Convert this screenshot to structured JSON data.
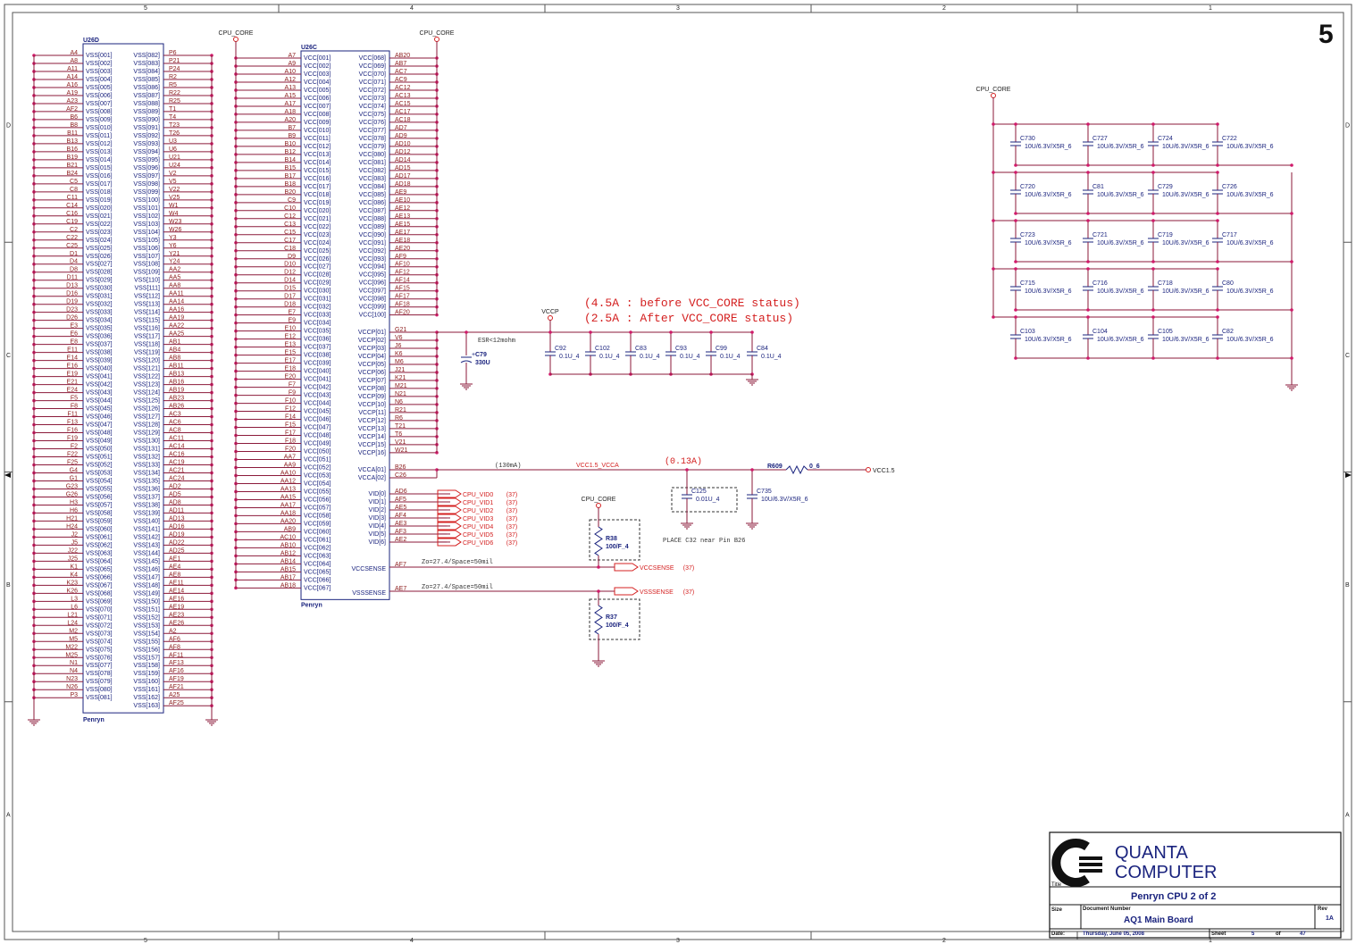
{
  "page_number": "5",
  "border": {
    "columns": [
      "5",
      "4",
      "3",
      "2",
      "1"
    ],
    "rows": [
      "D",
      "C",
      "B",
      "A"
    ]
  },
  "u26d": {
    "ref": "U26D",
    "part": "Penryn",
    "left_pins": [
      "A4",
      "A8",
      "A11",
      "A14",
      "A16",
      "A19",
      "A23",
      "AF2",
      "B6",
      "B8",
      "B11",
      "B13",
      "B16",
      "B19",
      "B21",
      "B24",
      "C5",
      "C8",
      "C11",
      "C14",
      "C16",
      "C19",
      "C2",
      "C22",
      "C25",
      "D1",
      "D4",
      "D8",
      "D11",
      "D13",
      "D16",
      "D19",
      "D23",
      "D26",
      "E3",
      "E6",
      "E8",
      "E11",
      "E14",
      "E16",
      "E19",
      "E21",
      "E24",
      "F5",
      "F8",
      "F11",
      "F13",
      "F16",
      "F19",
      "F2",
      "F22",
      "F25",
      "G4",
      "G1",
      "G23",
      "G26",
      "H3",
      "H6",
      "H21",
      "H24",
      "J2",
      "J5",
      "J22",
      "J25",
      "K1",
      "K4",
      "K23",
      "K26",
      "L3",
      "L6",
      "L21",
      "L24",
      "M2",
      "M5",
      "M22",
      "M25",
      "N1",
      "N4",
      "N23",
      "N26",
      "P3"
    ],
    "left_sigs_start": 1,
    "right_pins": [
      "P6",
      "P21",
      "P24",
      "R2",
      "R5",
      "R22",
      "R25",
      "T1",
      "T4",
      "T23",
      "T26",
      "U3",
      "U6",
      "U21",
      "U24",
      "V2",
      "V5",
      "V22",
      "V25",
      "W1",
      "W4",
      "W23",
      "W26",
      "Y3",
      "Y6",
      "Y21",
      "Y24",
      "AA2",
      "AA5",
      "AA8",
      "AA11",
      "AA14",
      "AA16",
      "AA19",
      "AA22",
      "AA25",
      "AB1",
      "AB4",
      "AB8",
      "AB11",
      "AB13",
      "AB16",
      "AB19",
      "AB23",
      "AB26",
      "AC3",
      "AC6",
      "AC8",
      "AC11",
      "AC14",
      "AC16",
      "AC19",
      "AC21",
      "AC24",
      "AD2",
      "AD5",
      "AD8",
      "AD11",
      "AD13",
      "AD16",
      "AD19",
      "AD22",
      "AD25",
      "AE1",
      "AE4",
      "AE8",
      "AE11",
      "AE14",
      "AE16",
      "AE19",
      "AE23",
      "AE26",
      "A2",
      "AF6",
      "AF8",
      "AF11",
      "AF13",
      "AF16",
      "AF19",
      "AF21",
      "A25",
      "AF25"
    ],
    "right_sigs_start": 82
  },
  "u26c": {
    "ref": "U26C",
    "part": "Penryn",
    "left_pins": [
      "A7",
      "A9",
      "A10",
      "A12",
      "A13",
      "A15",
      "A17",
      "A18",
      "A20",
      "B7",
      "B9",
      "B10",
      "B12",
      "B14",
      "B15",
      "B17",
      "B18",
      "B20",
      "C9",
      "C10",
      "C12",
      "C13",
      "C15",
      "C17",
      "C18",
      "D9",
      "D10",
      "D12",
      "D14",
      "D15",
      "D17",
      "D18",
      "E7",
      "E9",
      "E10",
      "E12",
      "E13",
      "E15",
      "E17",
      "E18",
      "E20",
      "F7",
      "F9",
      "F10",
      "F12",
      "F14",
      "F15",
      "F17",
      "F18",
      "F20",
      "AA7",
      "AA9",
      "AA10",
      "AA12",
      "AA13",
      "AA15",
      "AA17",
      "AA18",
      "AA20",
      "AB9",
      "AC10",
      "AB10",
      "AB12",
      "AB14",
      "AB15",
      "AB17",
      "AB18"
    ],
    "vcc_right_pins": [
      "AB20",
      "AB7",
      "AC7",
      "AC9",
      "AC12",
      "AC13",
      "AC15",
      "AC17",
      "AC18",
      "AD7",
      "AD9",
      "AD10",
      "AD12",
      "AD14",
      "AD15",
      "AD17",
      "AD18",
      "AE9",
      "AE10",
      "AE12",
      "AE13",
      "AE15",
      "AE17",
      "AE18",
      "AE20",
      "AF9",
      "AF10",
      "AF12",
      "AF14",
      "AF15",
      "AF17",
      "AF18",
      "AF20"
    ],
    "vccp_pins": [
      "G21",
      "V6",
      "J6",
      "K6",
      "M6",
      "J21",
      "K21",
      "M21",
      "N21",
      "N6",
      "R21",
      "R6",
      "T21",
      "T6",
      "V21",
      "W21"
    ],
    "vcca_pins": [
      "B26",
      "C26"
    ],
    "vid_pins": [
      "AD6",
      "AF5",
      "AE5",
      "AF4",
      "AE3",
      "AF3",
      "AE2"
    ],
    "vid_sigs": [
      "VID[0]",
      "VID[1]",
      "VID[2]",
      "VID[3]",
      "VID[4]",
      "VID[5]",
      "VID[6]"
    ],
    "vid_nets": [
      "CPU_VID0",
      "CPU_VID1",
      "CPU_VID2",
      "CPU_VID3",
      "CPU_VID4",
      "CPU_VID5",
      "CPU_VID6"
    ],
    "vid_page": "(37)",
    "vccsense_pin": "AF7",
    "vccsense_sig": "VCCSENSE",
    "vsssense_pin": "AE7",
    "vsssense_sig": "VSSSENSE"
  },
  "power": {
    "cpu_core": "CPU_CORE",
    "vccp": "VCCP",
    "vcc15": "VCC1.5",
    "vcc15_vcca": "VCC1.5_VCCA"
  },
  "notes": {
    "before": "(4.5A : before VCC_CORE status)",
    "after": "(2.5A : After VCC_CORE status)",
    "esr": "ESR<12mohm",
    "current_130": "(130mA)",
    "current_013": "(0.13A)",
    "place": "PLACE C32 near Pin B26",
    "zo1": "Zo=27.4/Space=50mil",
    "zo2": "Zo=27.4/Space=50mil",
    "sense_page": "(37)"
  },
  "vccp_caps": [
    {
      "ref": "C79",
      "val": "330U"
    },
    {
      "ref": "C92",
      "val": "0.1U_4"
    },
    {
      "ref": "C102",
      "val": "0.1U_4"
    },
    {
      "ref": "C83",
      "val": "0.1U_4"
    },
    {
      "ref": "C93",
      "val": "0.1U_4"
    },
    {
      "ref": "C99",
      "val": "0.1U_4"
    },
    {
      "ref": "C84",
      "val": "0.1U_4"
    }
  ],
  "vcca_parts": {
    "r609": "R609",
    "r609_val": "0_6",
    "c125": "C125",
    "c125_val": "0.01U_4",
    "c735": "C735",
    "c735_val": "10U/6.3V/X5R_6"
  },
  "sense_res": [
    {
      "ref": "R38",
      "val": "100/F_4"
    },
    {
      "ref": "R37",
      "val": "100/F_4"
    }
  ],
  "core_caps": [
    [
      {
        "ref": "C730",
        "val": "10U/6.3V/X5R_6"
      },
      {
        "ref": "C727",
        "val": "10U/6.3V/X5R_6"
      },
      {
        "ref": "C724",
        "val": "10U/6.3V/X5R_6"
      },
      {
        "ref": "C722",
        "val": "10U/6.3V/X5R_6"
      }
    ],
    [
      {
        "ref": "C720",
        "val": "10U/6.3V/X5R_6"
      },
      {
        "ref": "C81",
        "val": "10U/6.3V/X5R_6"
      },
      {
        "ref": "C729",
        "val": "10U/6.3V/X5R_6"
      },
      {
        "ref": "C726",
        "val": "10U/6.3V/X5R_6"
      }
    ],
    [
      {
        "ref": "C723",
        "val": "10U/6.3V/X5R_6"
      },
      {
        "ref": "C721",
        "val": "10U/6.3V/X5R_6"
      },
      {
        "ref": "C719",
        "val": "10U/6.3V/X5R_6"
      },
      {
        "ref": "C717",
        "val": "10U/6.3V/X5R_6"
      }
    ],
    [
      {
        "ref": "C715",
        "val": "10U/6.3V/X5R_6"
      },
      {
        "ref": "C716",
        "val": "10U/6.3V/X5R_6"
      },
      {
        "ref": "C718",
        "val": "10U/6.3V/X5R_6"
      },
      {
        "ref": "C80",
        "val": "10U/6.3V/X5R_6"
      }
    ],
    [
      {
        "ref": "C103",
        "val": "10U/6.3V/X5R_6"
      },
      {
        "ref": "C104",
        "val": "10U/6.3V/X5R_6"
      },
      {
        "ref": "C105",
        "val": "10U/6.3V/X5R_6"
      },
      {
        "ref": "C82",
        "val": "10U/6.3V/X5R_6"
      }
    ]
  ],
  "title_block": {
    "company_line1": "QUANTA",
    "company_line2": "COMPUTER",
    "title_label": "Title",
    "title": "Penryn CPU 2 of 2",
    "size_label": "Size",
    "doc_label": "Document Number",
    "doc": "AQ1 Main Board",
    "rev_label": "Rev",
    "rev": "1A",
    "date_label": "Date:",
    "date": "Thursday, June 05, 2008",
    "sheet_label": "Sheet",
    "sheet": "5",
    "of_label": "of",
    "total": "47"
  }
}
